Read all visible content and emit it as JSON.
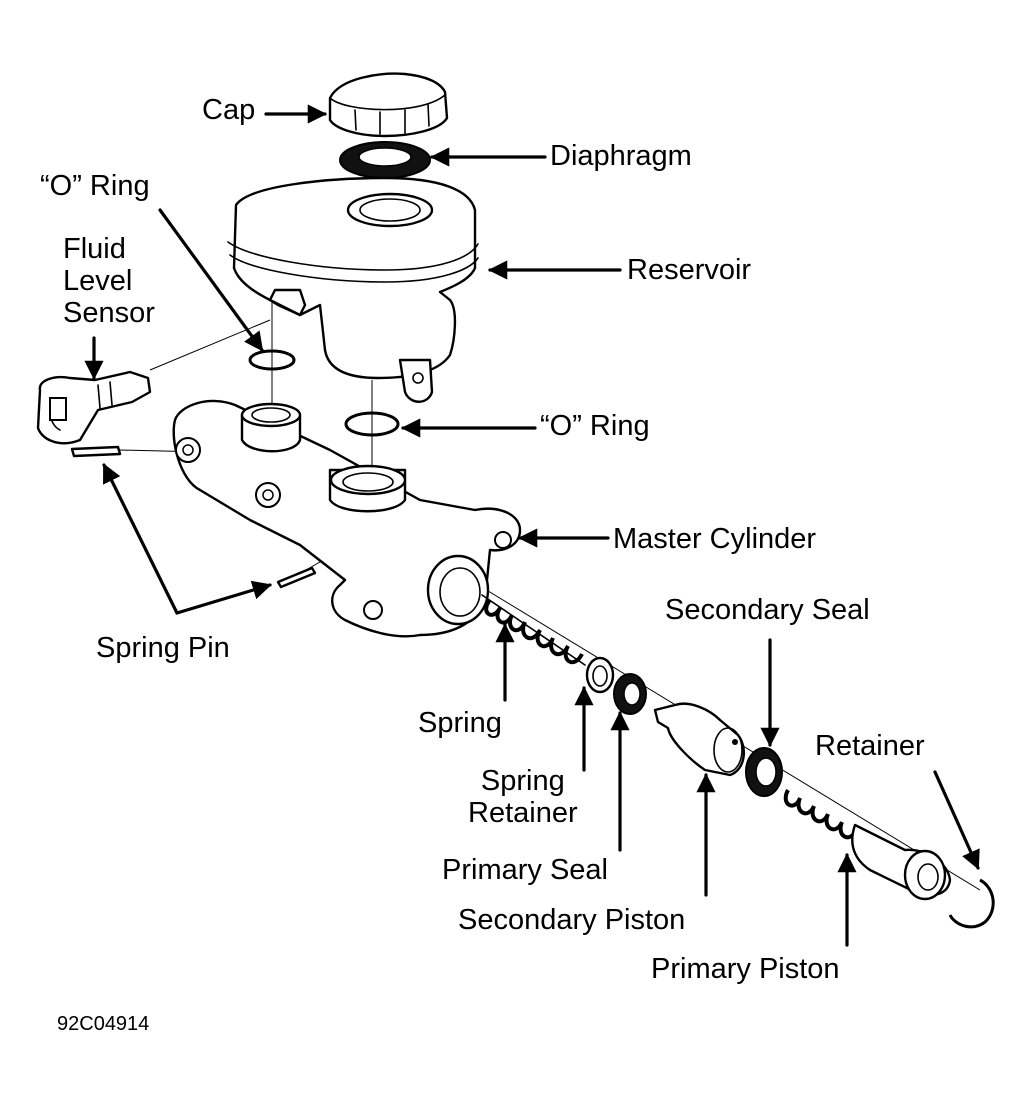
{
  "labels": {
    "cap": "Cap",
    "diaphragm": "Diaphragm",
    "o_ring_upper": "“O” Ring",
    "fluid_level_sensor": [
      "Fluid",
      "Level",
      "Sensor"
    ],
    "reservoir": "Reservoir",
    "o_ring_lower": "“O” Ring",
    "master_cylinder": "Master Cylinder",
    "spring_pin": "Spring Pin",
    "secondary_seal": "Secondary Seal",
    "retainer": "Retainer",
    "spring": "Spring",
    "spring_retainer": [
      "Spring",
      "Retainer"
    ],
    "primary_seal": "Primary Seal",
    "secondary_piston": "Secondary Piston",
    "primary_piston": "Primary Piston"
  },
  "figure_id": "92C04914",
  "colors": {
    "ink": "#000000",
    "paper": "#ffffff"
  }
}
